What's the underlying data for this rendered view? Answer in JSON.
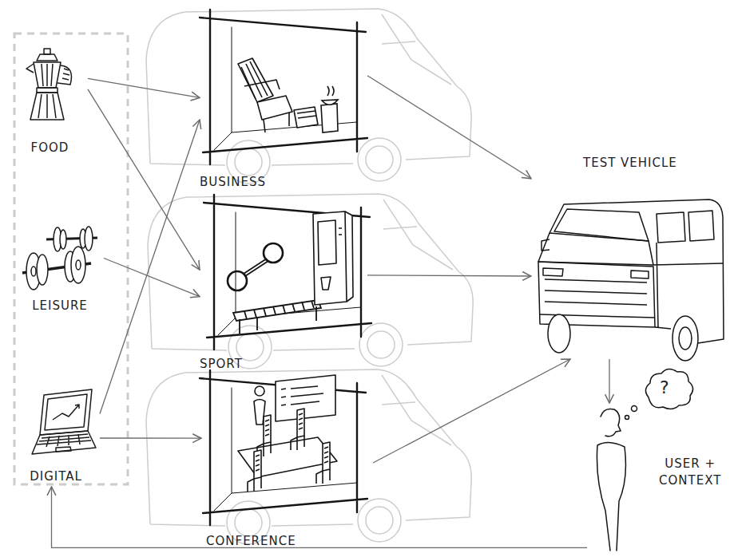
{
  "diagram": {
    "nodes": [
      {
        "text": [
          "FOOD"
        ]
      },
      {
        "text": [
          "LEISURE"
        ]
      },
      {
        "text": [
          "DIGITAL"
        ]
      },
      {
        "text": [
          "BUSINESS"
        ]
      },
      {
        "text": [
          "SPORT"
        ]
      },
      {
        "text": [
          "CONFERENCE"
        ]
      },
      {
        "text": [
          "TEST VEHICLE"
        ]
      },
      {
        "text": [
          "USER + CONTEXT"
        ]
      }
    ],
    "edges": [
      {
        "from": 0,
        "to": 3,
        "arrow": "to"
      },
      {
        "from": 0,
        "to": 4,
        "arrow": "to"
      },
      {
        "from": 1,
        "to": 4,
        "arrow": "to"
      },
      {
        "from": 2,
        "to": 3,
        "arrow": "to"
      },
      {
        "from": 2,
        "to": 5,
        "arrow": "to"
      },
      {
        "from": 3,
        "to": 6,
        "arrow": "to"
      },
      {
        "from": 4,
        "to": 6,
        "arrow": "to"
      },
      {
        "from": 5,
        "to": 6,
        "arrow": "to"
      },
      {
        "from": 6,
        "to": 7,
        "arrow": "to"
      },
      {
        "from": 7,
        "to": 2,
        "arrow": "to"
      }
    ],
    "labels": [
      "?"
    ]
  }
}
